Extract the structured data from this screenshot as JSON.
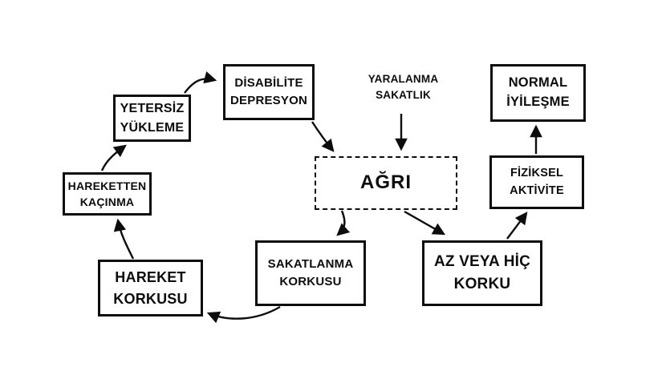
{
  "diagram": {
    "title": "Fear-avoidance pain cycle (Turkish)",
    "background_color": "#ffffff",
    "line_color": "#0d0d0d",
    "nodes": {
      "yaralanma": {
        "label": "YARALANMA\nSAKATLIK",
        "box": "none"
      },
      "agri": {
        "label": "AĞRI",
        "box": "dashed"
      },
      "disabilite": {
        "label": "DİSABİLİTE\nDEPRESYON",
        "box": "solid"
      },
      "yetersiz": {
        "label": "YETERSİZ\nYÜKLEME",
        "box": "solid"
      },
      "hareketten": {
        "label": "HAREKETTEN\nKAÇINMA",
        "box": "solid"
      },
      "hareket": {
        "label": "HAREKET\nKORKUSU",
        "box": "solid"
      },
      "sakatlanma": {
        "label": "SAKATLANMA\nKORKUSU",
        "box": "solid"
      },
      "azveya": {
        "label": "AZ VEYA HİÇ\nKORKU",
        "box": "solid"
      },
      "fiziksel": {
        "label": "FİZİKSEL\nAKTİVİTE",
        "box": "solid"
      },
      "normal": {
        "label": "NORMAL\nİYİLEŞME",
        "box": "solid"
      }
    },
    "edges": [
      {
        "from": "yaralanma",
        "to": "agri"
      },
      {
        "from": "yetersiz",
        "to": "disabilite"
      },
      {
        "from": "disabilite",
        "to": "agri"
      },
      {
        "from": "agri",
        "to": "sakatlanma"
      },
      {
        "from": "agri",
        "to": "azveya"
      },
      {
        "from": "azveya",
        "to": "fiziksel"
      },
      {
        "from": "fiziksel",
        "to": "normal"
      },
      {
        "from": "sakatlanma",
        "to": "hareket"
      },
      {
        "from": "hareket",
        "to": "hareketten"
      },
      {
        "from": "hareketten",
        "to": "yetersiz"
      }
    ]
  }
}
